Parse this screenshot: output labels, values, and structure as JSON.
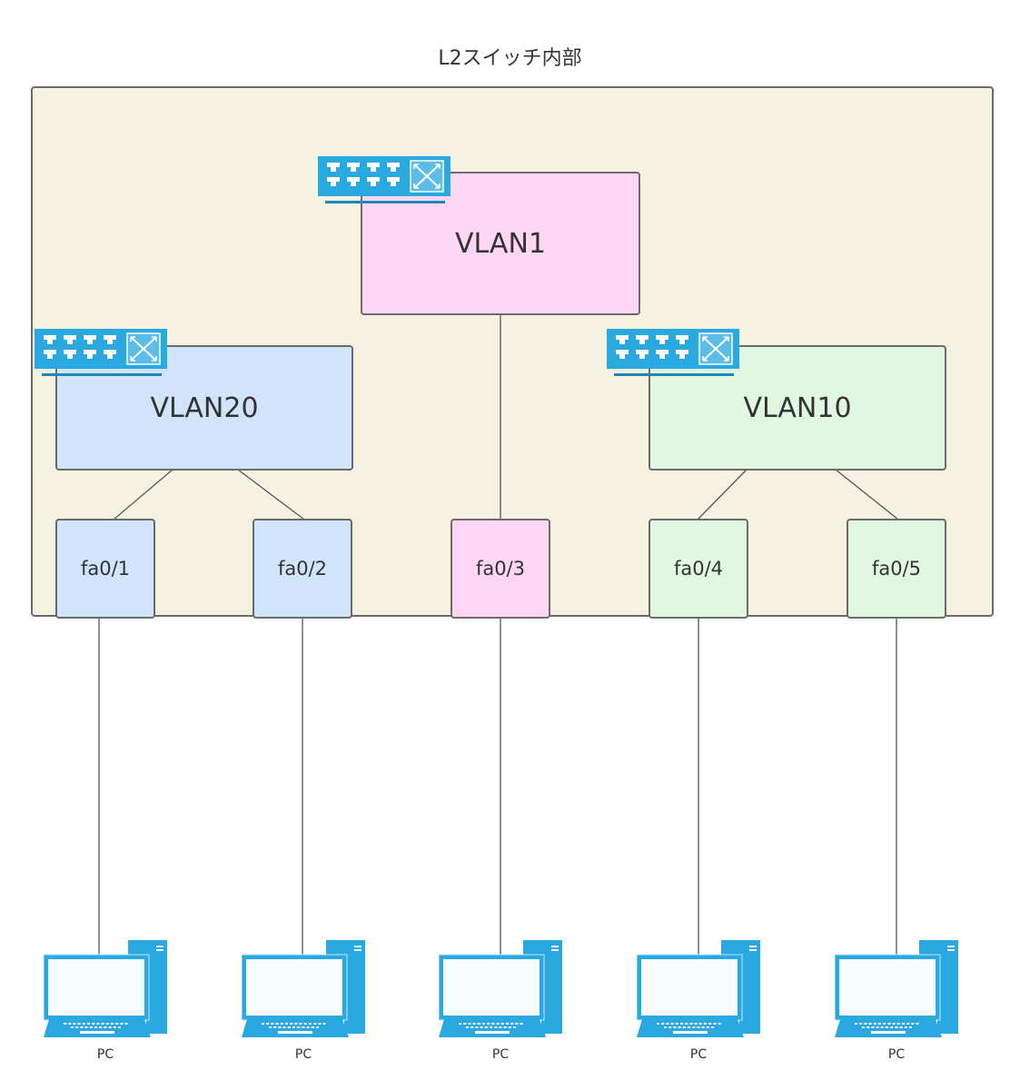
{
  "diagram": {
    "title": "L2スイッチ内部",
    "colors": {
      "container_fill": "#f6f2e2",
      "vlan1_fill": "#fdd5f5",
      "vlan20_fill": "#d0e4fb",
      "vlan10_fill": "#e0f8e0",
      "border": "#6b6b6b",
      "icon_blue": "#29a9e0"
    },
    "vlans": [
      {
        "id": "vlan1",
        "label": "VLAN1",
        "icon": "switch-icon"
      },
      {
        "id": "vlan20",
        "label": "VLAN20",
        "icon": "switch-icon"
      },
      {
        "id": "vlan10",
        "label": "VLAN10",
        "icon": "switch-icon"
      }
    ],
    "ports": [
      {
        "label": "fa0/1",
        "vlan": "VLAN20"
      },
      {
        "label": "fa0/2",
        "vlan": "VLAN20"
      },
      {
        "label": "fa0/3",
        "vlan": "VLAN1"
      },
      {
        "label": "fa0/4",
        "vlan": "VLAN10"
      },
      {
        "label": "fa0/5",
        "vlan": "VLAN10"
      }
    ],
    "pcs": [
      {
        "label": "PC",
        "icon": "pc-icon",
        "port": "fa0/1"
      },
      {
        "label": "PC",
        "icon": "pc-icon",
        "port": "fa0/2"
      },
      {
        "label": "PC",
        "icon": "pc-icon",
        "port": "fa0/3"
      },
      {
        "label": "PC",
        "icon": "pc-icon",
        "port": "fa0/4"
      },
      {
        "label": "PC",
        "icon": "pc-icon",
        "port": "fa0/5"
      }
    ],
    "connections": [
      [
        "VLAN1",
        "fa0/3"
      ],
      [
        "VLAN20",
        "fa0/1"
      ],
      [
        "VLAN20",
        "fa0/2"
      ],
      [
        "VLAN10",
        "fa0/4"
      ],
      [
        "VLAN10",
        "fa0/5"
      ],
      [
        "fa0/1",
        "PC"
      ],
      [
        "fa0/2",
        "PC"
      ],
      [
        "fa0/3",
        "PC"
      ],
      [
        "fa0/4",
        "PC"
      ],
      [
        "fa0/5",
        "PC"
      ]
    ]
  }
}
